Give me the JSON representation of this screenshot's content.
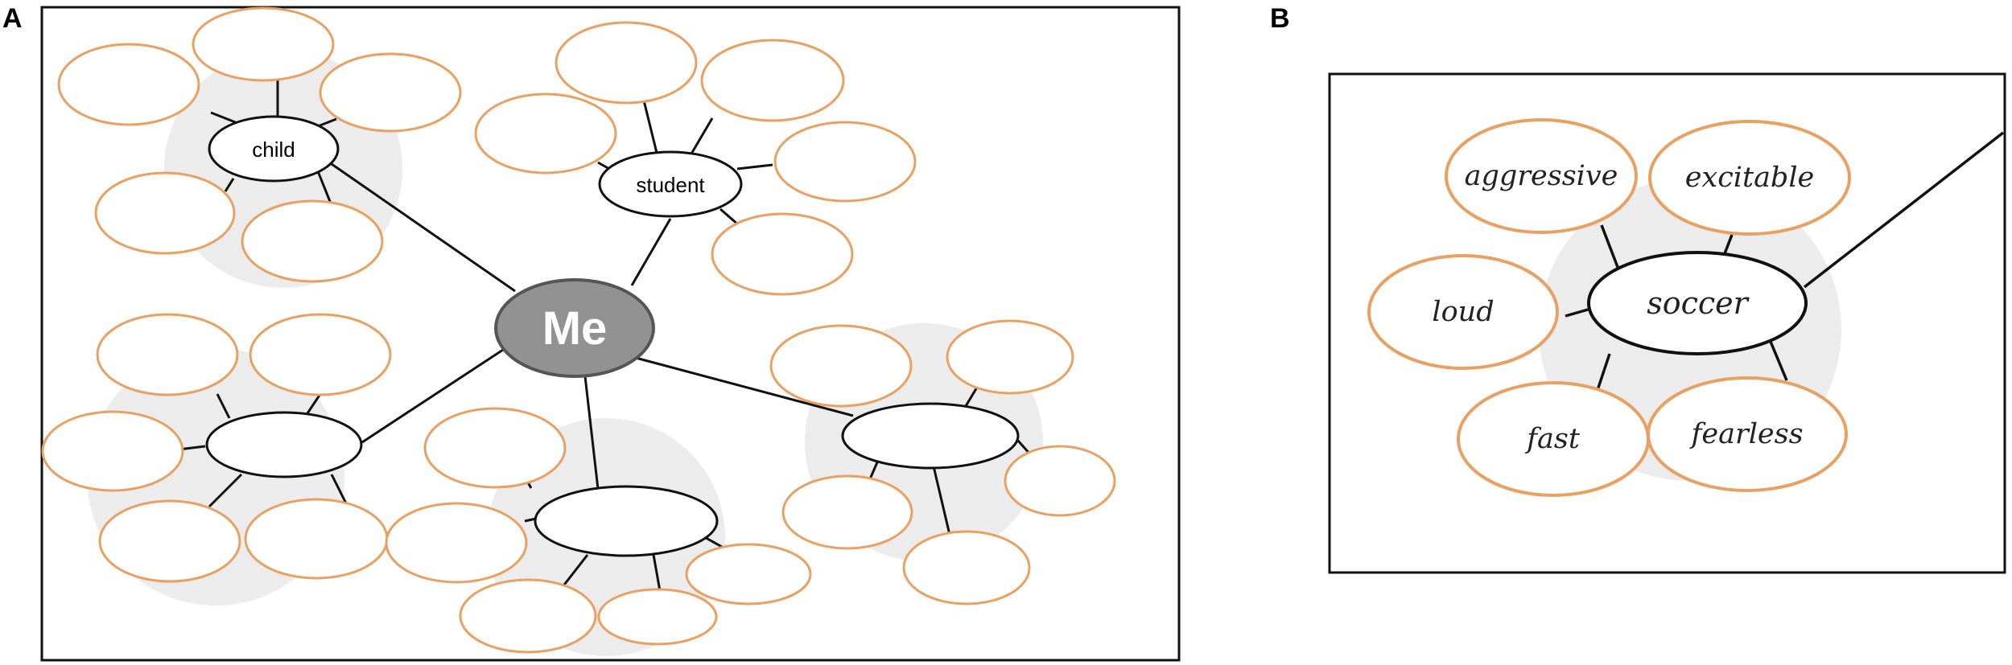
{
  "panels": {
    "a": {
      "letter": "A",
      "center_label": "Me",
      "nodes": {
        "child": "child",
        "student": "student"
      }
    },
    "b": {
      "letter": "B",
      "center_label": "soccer",
      "traits": {
        "aggressive": "aggressive",
        "excitable": "excitable",
        "loud": "loud",
        "fast": "fast",
        "fearless": "fearless"
      }
    }
  },
  "colors": {
    "leaf_stroke": "#e8a163",
    "center_fill": "#929292",
    "center_stroke": "#555555",
    "halo": "#ececec",
    "line": "#111111",
    "frame": "#111111"
  }
}
